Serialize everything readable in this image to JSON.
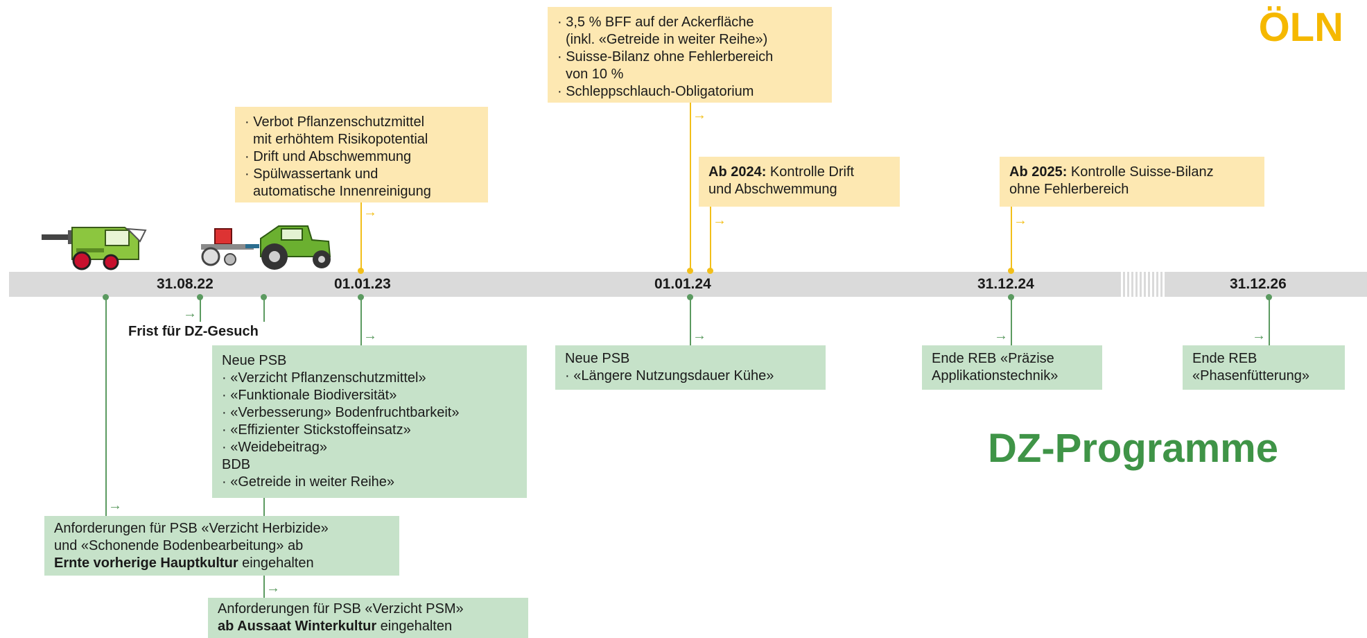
{
  "titles": {
    "oln": "ÖLN",
    "dz": "DZ-Programme"
  },
  "timeline": {
    "dates": [
      "31.08.22",
      "01.01.23",
      "01.01.24",
      "31.12.24",
      "31.12.26"
    ]
  },
  "oln_boxes": {
    "box_2023": {
      "lines": [
        "· Verbot Pflanzenschutzmittel",
        "  mit erhöhtem Risikopotential",
        "· Drift und Abschwemmung",
        "· Spülwassertank und",
        "  automatische Innenreinigung"
      ]
    },
    "box_2024": {
      "lines": [
        "· 3,5 % BFF auf der Ackerfläche",
        "  (inkl. «Getreide in weiter Reihe»)",
        "· Suisse-Bilanz ohne Fehlerbereich",
        "  von 10 %",
        "· Schleppschlauch-Obligatorium"
      ]
    },
    "box_ab2024": {
      "bold": "Ab 2024:",
      "text1": " Kontrolle Drift",
      "text2": "und Abschwemmung"
    },
    "box_ab2025": {
      "bold": "Ab 2025:",
      "text1": " Kontrolle Suisse-Bilanz",
      "text2": "ohne Fehlerbereich"
    }
  },
  "dz_boxes": {
    "frist": "Frist für DZ-Gesuch",
    "neue_psb_2023": {
      "lines": [
        "Neue PSB",
        "· «Verzicht Pflanzenschutzmittel»",
        "· «Funktionale Biodiversität»",
        "· «Verbesserung» Bodenfruchtbarkeit»",
        "· «Effizienter Stickstoffeinsatz»",
        "· «Weidebeitrag»",
        "BDB",
        "· «Getreide in weiter Reihe»"
      ]
    },
    "neue_psb_2024": {
      "lines": [
        "Neue PSB",
        "· «Längere Nutzungsdauer Kühe»"
      ]
    },
    "ende_reb_1": {
      "lines": [
        "Ende REB «Präzise",
        "Applikationstechnik»"
      ]
    },
    "ende_reb_2": {
      "lines": [
        "Ende REB",
        "«Phasenfütterung»"
      ]
    },
    "anf_herbizide": {
      "line1": "Anforderungen für PSB «Verzicht Herbizide»",
      "line2": "und «Schonende Bodenbearbeitung» ab",
      "line3_bold": "Ernte vorherige Hauptkultur",
      "line3_rest": " eingehalten"
    },
    "anf_psm": {
      "line1": "Anforderungen für PSB «Verzicht PSM»",
      "line2_bold": "ab Aussaat Winterkultur",
      "line2_rest": " eingehalten"
    }
  },
  "colors": {
    "oln_box": "#fde8b2",
    "oln_line": "#f2bf1a",
    "oln_title": "#f5b800",
    "dz_box": "#c6e2c9",
    "dz_line": "#5b9a60",
    "dz_title": "#3f9447",
    "timeline": "#dadada"
  },
  "icons": [
    "combine-harvester-icon",
    "tractor-with-seeder-icon",
    "arrow-right-icon"
  ]
}
